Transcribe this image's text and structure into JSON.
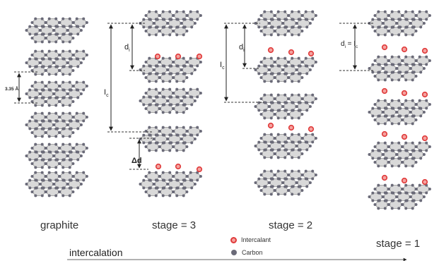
{
  "labels": {
    "graphite": "graphite",
    "stage3": "stage = 3",
    "stage2": "stage = 2",
    "stage1": "stage = 1",
    "intercalation": "intercalation"
  },
  "dims": {
    "spacing": "3.35 Å",
    "di": "d",
    "di_sub": "i",
    "ic": "I",
    "ic_sub": "c",
    "delta": "Δd",
    "s1_di": "d",
    "s1_di_sub": "i",
    "s1_eq": " = I",
    "s1_ic_sub": "c"
  },
  "legend": {
    "intercalant": "Intercalant",
    "carbon": "Carbon"
  },
  "colors": {
    "hex_fill": "#d9d9d9",
    "hex_stroke": "#8a8a8a",
    "carbon_atom": "#6a6a78",
    "intercalant_fill": "#f4a3a0",
    "intercalant_stroke": "#e03a3a"
  }
}
